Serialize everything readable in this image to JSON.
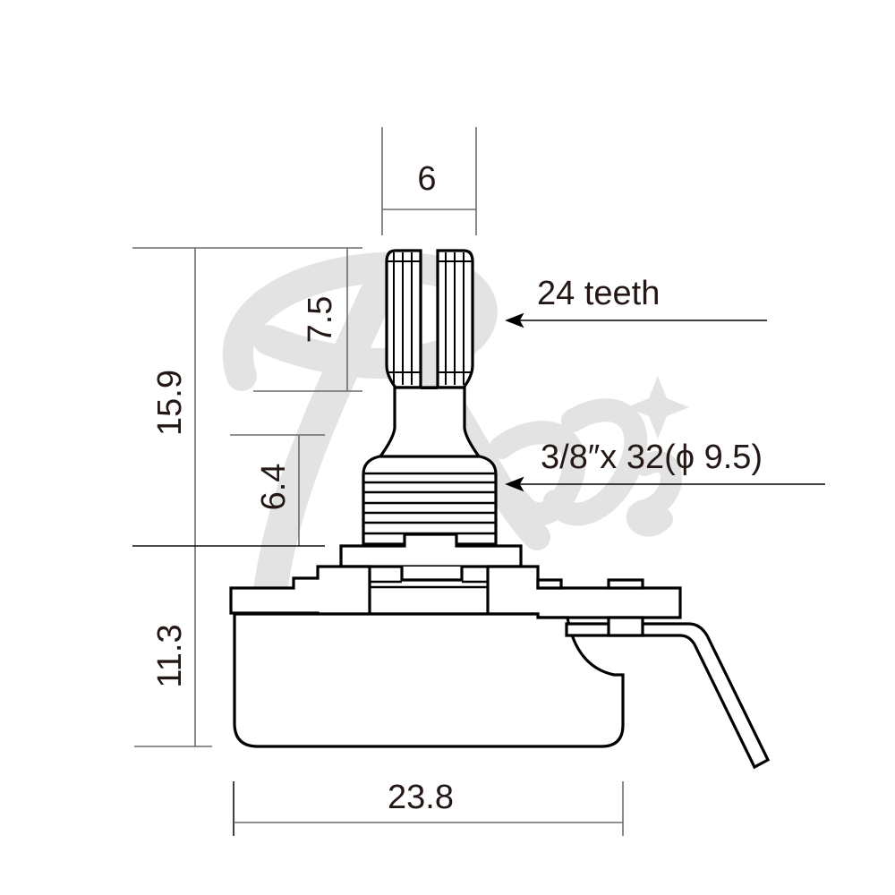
{
  "diagram": {
    "subject": "Potentiometer side-view dimension drawing",
    "watermark": "Randy's",
    "colors": {
      "outline": "#000000",
      "dimension_line": "#6e6a6a",
      "text": "#231815",
      "watermark": "#e3e3e3",
      "background": "#ffffff"
    },
    "dimensions": {
      "shaft_diameter": "6",
      "shaft_knurl_length": "7.5",
      "shaft_total_height": "15.9",
      "bushing_height": "6.4",
      "body_height": "11.3",
      "body_width": "23.8"
    },
    "callouts": {
      "shaft": "24 teeth",
      "bushing": "3/8″x 32(ϕ 9.5)"
    }
  }
}
